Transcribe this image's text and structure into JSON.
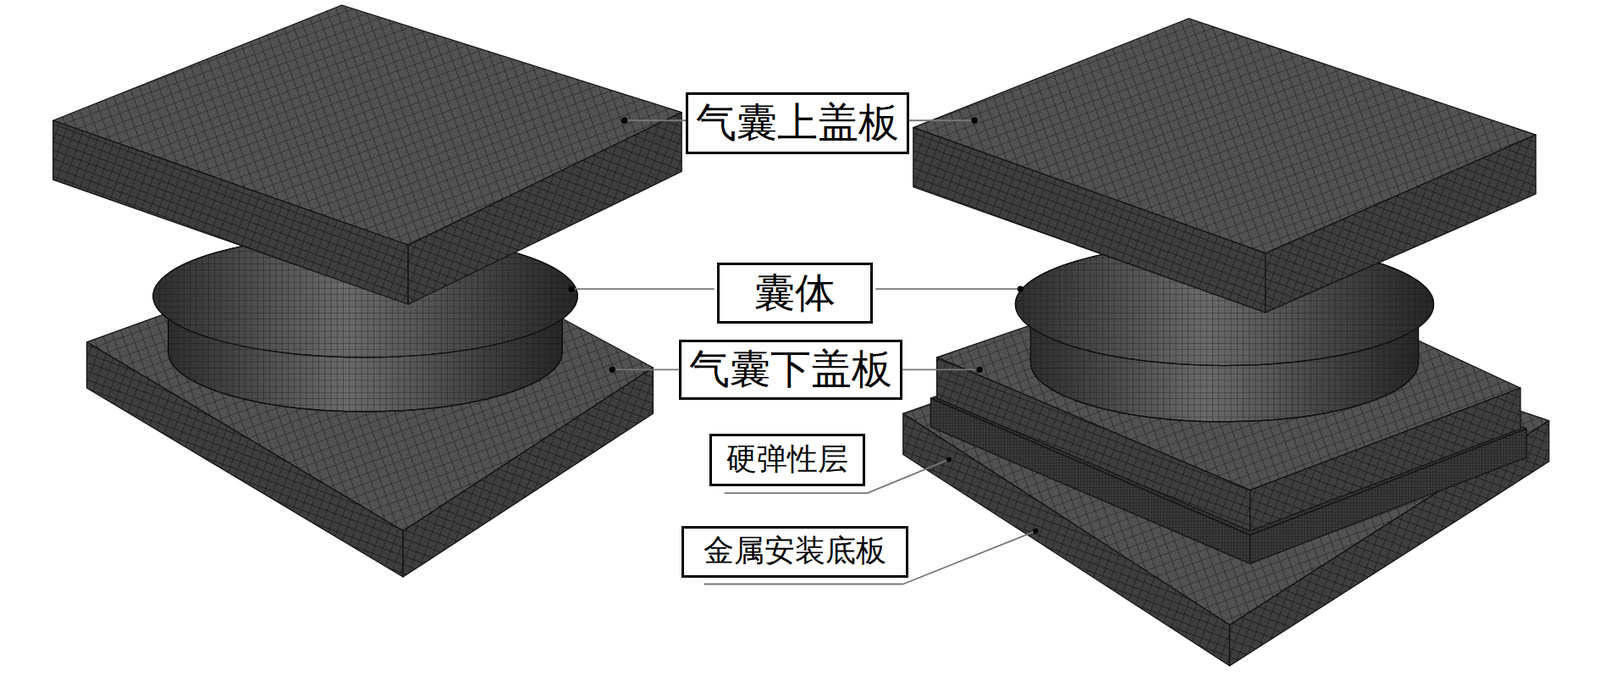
{
  "diagram": {
    "nodes": [
      {
        "text": [
          "气囊上盖板"
        ]
      },
      {
        "text": [
          "囊体"
        ]
      },
      {
        "text": [
          "气囊下盖板"
        ]
      },
      {
        "text": [
          "硬弹性层"
        ]
      },
      {
        "text": [
          "金属安装底板"
        ]
      }
    ]
  }
}
